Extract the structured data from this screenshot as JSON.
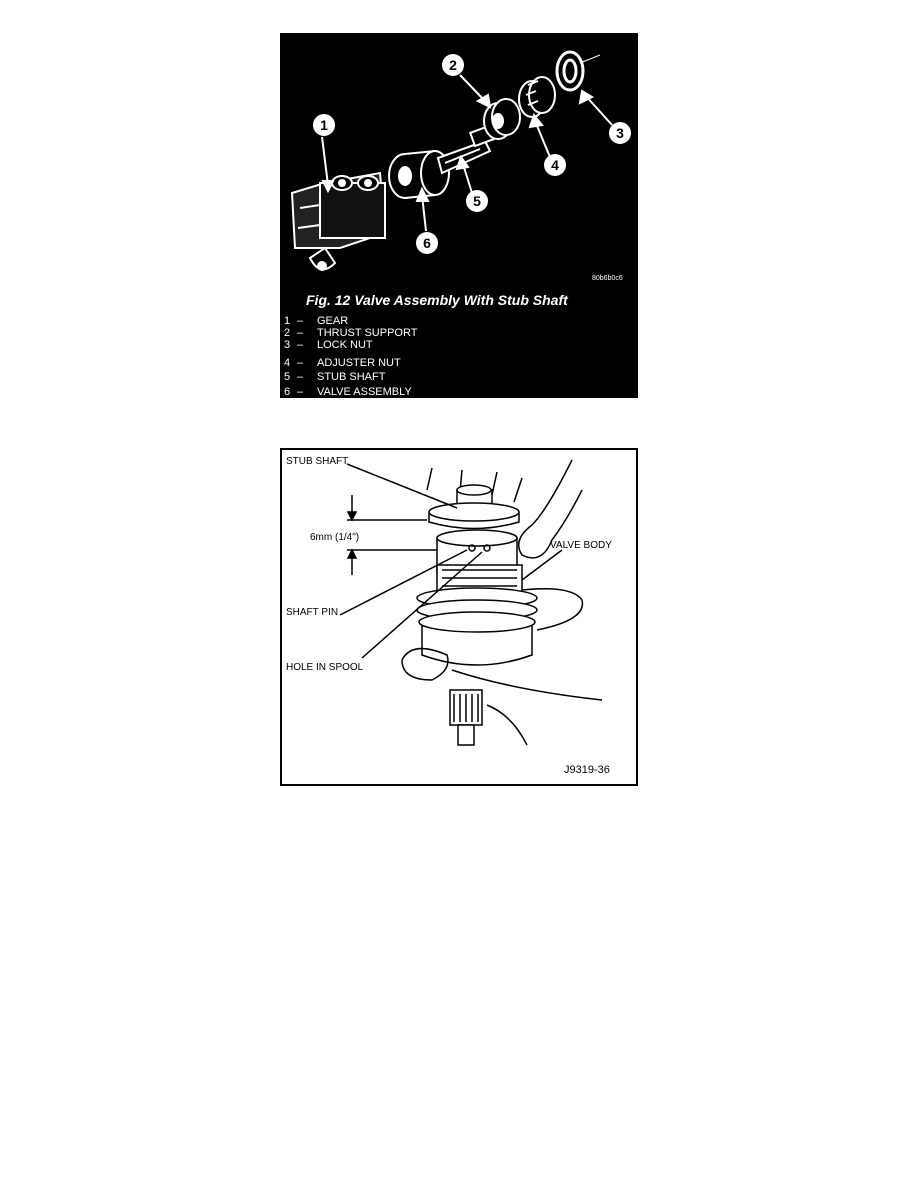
{
  "figure1": {
    "caption": "Fig. 12 Valve Assembly With Stub Shaft",
    "image_code": "80b6b0c6",
    "callouts": [
      "1",
      "2",
      "3",
      "4",
      "5",
      "6"
    ],
    "legend": [
      {
        "num": "1",
        "dash": "–",
        "label": "GEAR"
      },
      {
        "num": "2",
        "dash": "–",
        "label": "THRUST SUPPORT"
      },
      {
        "num": "3",
        "dash": "–",
        "label": "LOCK NUT"
      },
      {
        "num": "4",
        "dash": "–",
        "label": "ADJUSTER NUT"
      },
      {
        "num": "5",
        "dash": "–",
        "label": "STUB SHAFT"
      },
      {
        "num": "6",
        "dash": "–",
        "label": "VALVE ASSEMBLY"
      }
    ]
  },
  "figure2": {
    "labels": {
      "stub_shaft": "STUB SHAFT",
      "dimension": "6mm (1/4\")",
      "valve_body": "VALVE BODY",
      "shaft_pin": "SHAFT PIN",
      "hole_in_spool": "HOLE IN SPOOL"
    },
    "image_code": "J9319-36"
  }
}
